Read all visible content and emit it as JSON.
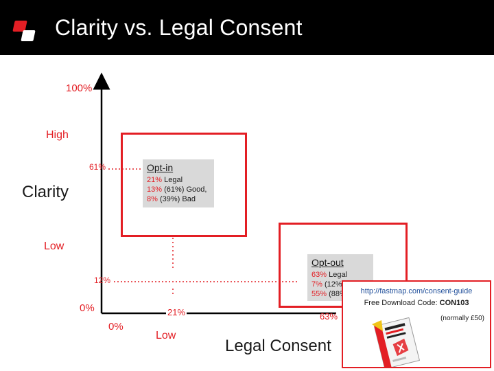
{
  "header": {
    "title": "Clarity vs. Legal Consent"
  },
  "y_axis": {
    "title": "Clarity",
    "ticks": {
      "top": "100%",
      "high": "High",
      "low": "Low",
      "zero": "0%"
    },
    "markers": {
      "m61": "61%",
      "m12": "12%"
    }
  },
  "x_axis": {
    "title": "Legal Consent",
    "ticks": {
      "zero": "0%",
      "low": "Low"
    },
    "markers": {
      "m21": "21%",
      "m63": "63%"
    }
  },
  "optin": {
    "title": "Opt-in",
    "l1_pct": "21%",
    "l1_txt": "Legal",
    "l2_pct": "13%",
    "l2_txt": "(61%) Good,",
    "l3_pct": "8%",
    "l3_txt": "(39%) Bad"
  },
  "optout": {
    "title": "Opt-out",
    "l1_pct": "63%",
    "l1_txt": "Legal",
    "l2_pct": "7%",
    "l2_txt": "(12%",
    "l3_pct": "55%",
    "l3_txt": "(88%"
  },
  "promo": {
    "url": "http://fastmap.com/consent-guide",
    "code_label": "Free Download Code:",
    "code": "CON103",
    "normally": "(normally £50)"
  },
  "colors": {
    "accent": "#e31e24",
    "header_bg": "#000000",
    "box_bg": "#d9d9d9",
    "link": "#1f4e9a"
  }
}
